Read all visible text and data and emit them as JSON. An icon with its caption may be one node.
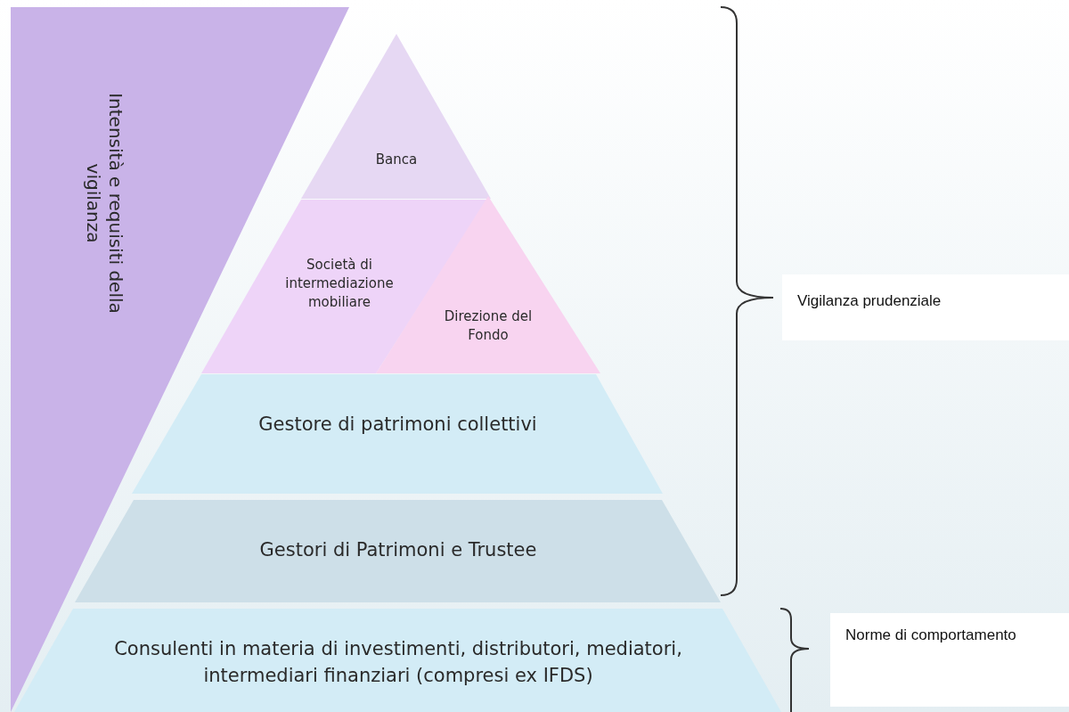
{
  "diagram": {
    "nodes": [
      {
        "text": [
          "Intensità e requisiti della vigilanza"
        ]
      },
      {
        "text": [
          "Banca"
        ]
      },
      {
        "text": [
          "Società di intermediazione mobiliare"
        ]
      },
      {
        "text": [
          "Direzione del Fondo"
        ]
      },
      {
        "text": [
          "Gestore di patrimoni collettivi"
        ]
      },
      {
        "text": [
          "Gestori di Patrimoni e Trustee"
        ]
      },
      {
        "text": [
          "Consulenti in materia di investimenti, distributori, mediatori, intermediari finanziari (compresi ex IFDS)"
        ]
      },
      {
        "text": [
          "Vigilanza prudenziale"
        ]
      },
      {
        "text": [
          "Norme di comportamento"
        ]
      }
    ]
  }
}
